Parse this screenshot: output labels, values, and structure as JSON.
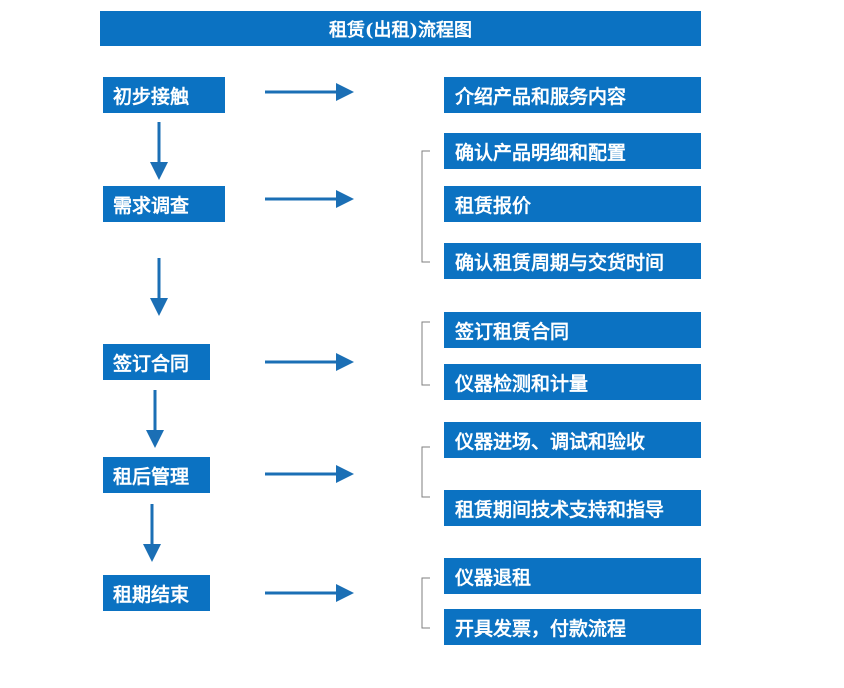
{
  "title": "租赁(出租)流程图",
  "stages": [
    "初步接触",
    "需求调查",
    "签订合同",
    "租后管理",
    "租期结束"
  ],
  "items": [
    "介绍产品和服务内容",
    "确认产品明细和配置",
    "租赁报价",
    "确认租赁周期与交货时间",
    "签订租赁合同",
    "仪器检测和计量",
    "仪器进场、调试和验收",
    "租赁期间技术支持和指导",
    "仪器退租",
    "开具发票，付款流程"
  ],
  "colors": {
    "box": "#0b72c2",
    "arrow": "#1b6fb5",
    "bracket": "#7f7f7f",
    "text": "#ffffff"
  }
}
